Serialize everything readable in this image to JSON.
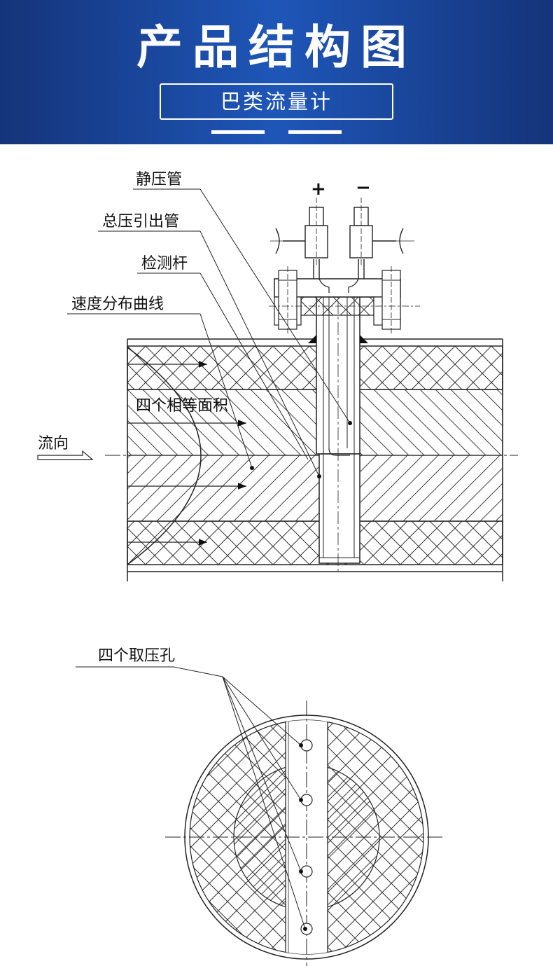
{
  "header": {
    "title": "产品结构图",
    "subtitle": "巴类流量计"
  },
  "labels": {
    "static_pressure_tube": "静压管",
    "total_pressure_outlet": "总压引出管",
    "detection_rod": "检测杆",
    "velocity_curve": "速度分布曲线",
    "four_equal_areas": "四个相等面积",
    "flow_direction": "流向",
    "four_pressure_holes": "四个取压孔",
    "plus_sign": "+",
    "minus_sign": "−"
  },
  "colors": {
    "header_blue": "#1e56b8",
    "header_dark": "#15347a",
    "line": "#222222"
  }
}
